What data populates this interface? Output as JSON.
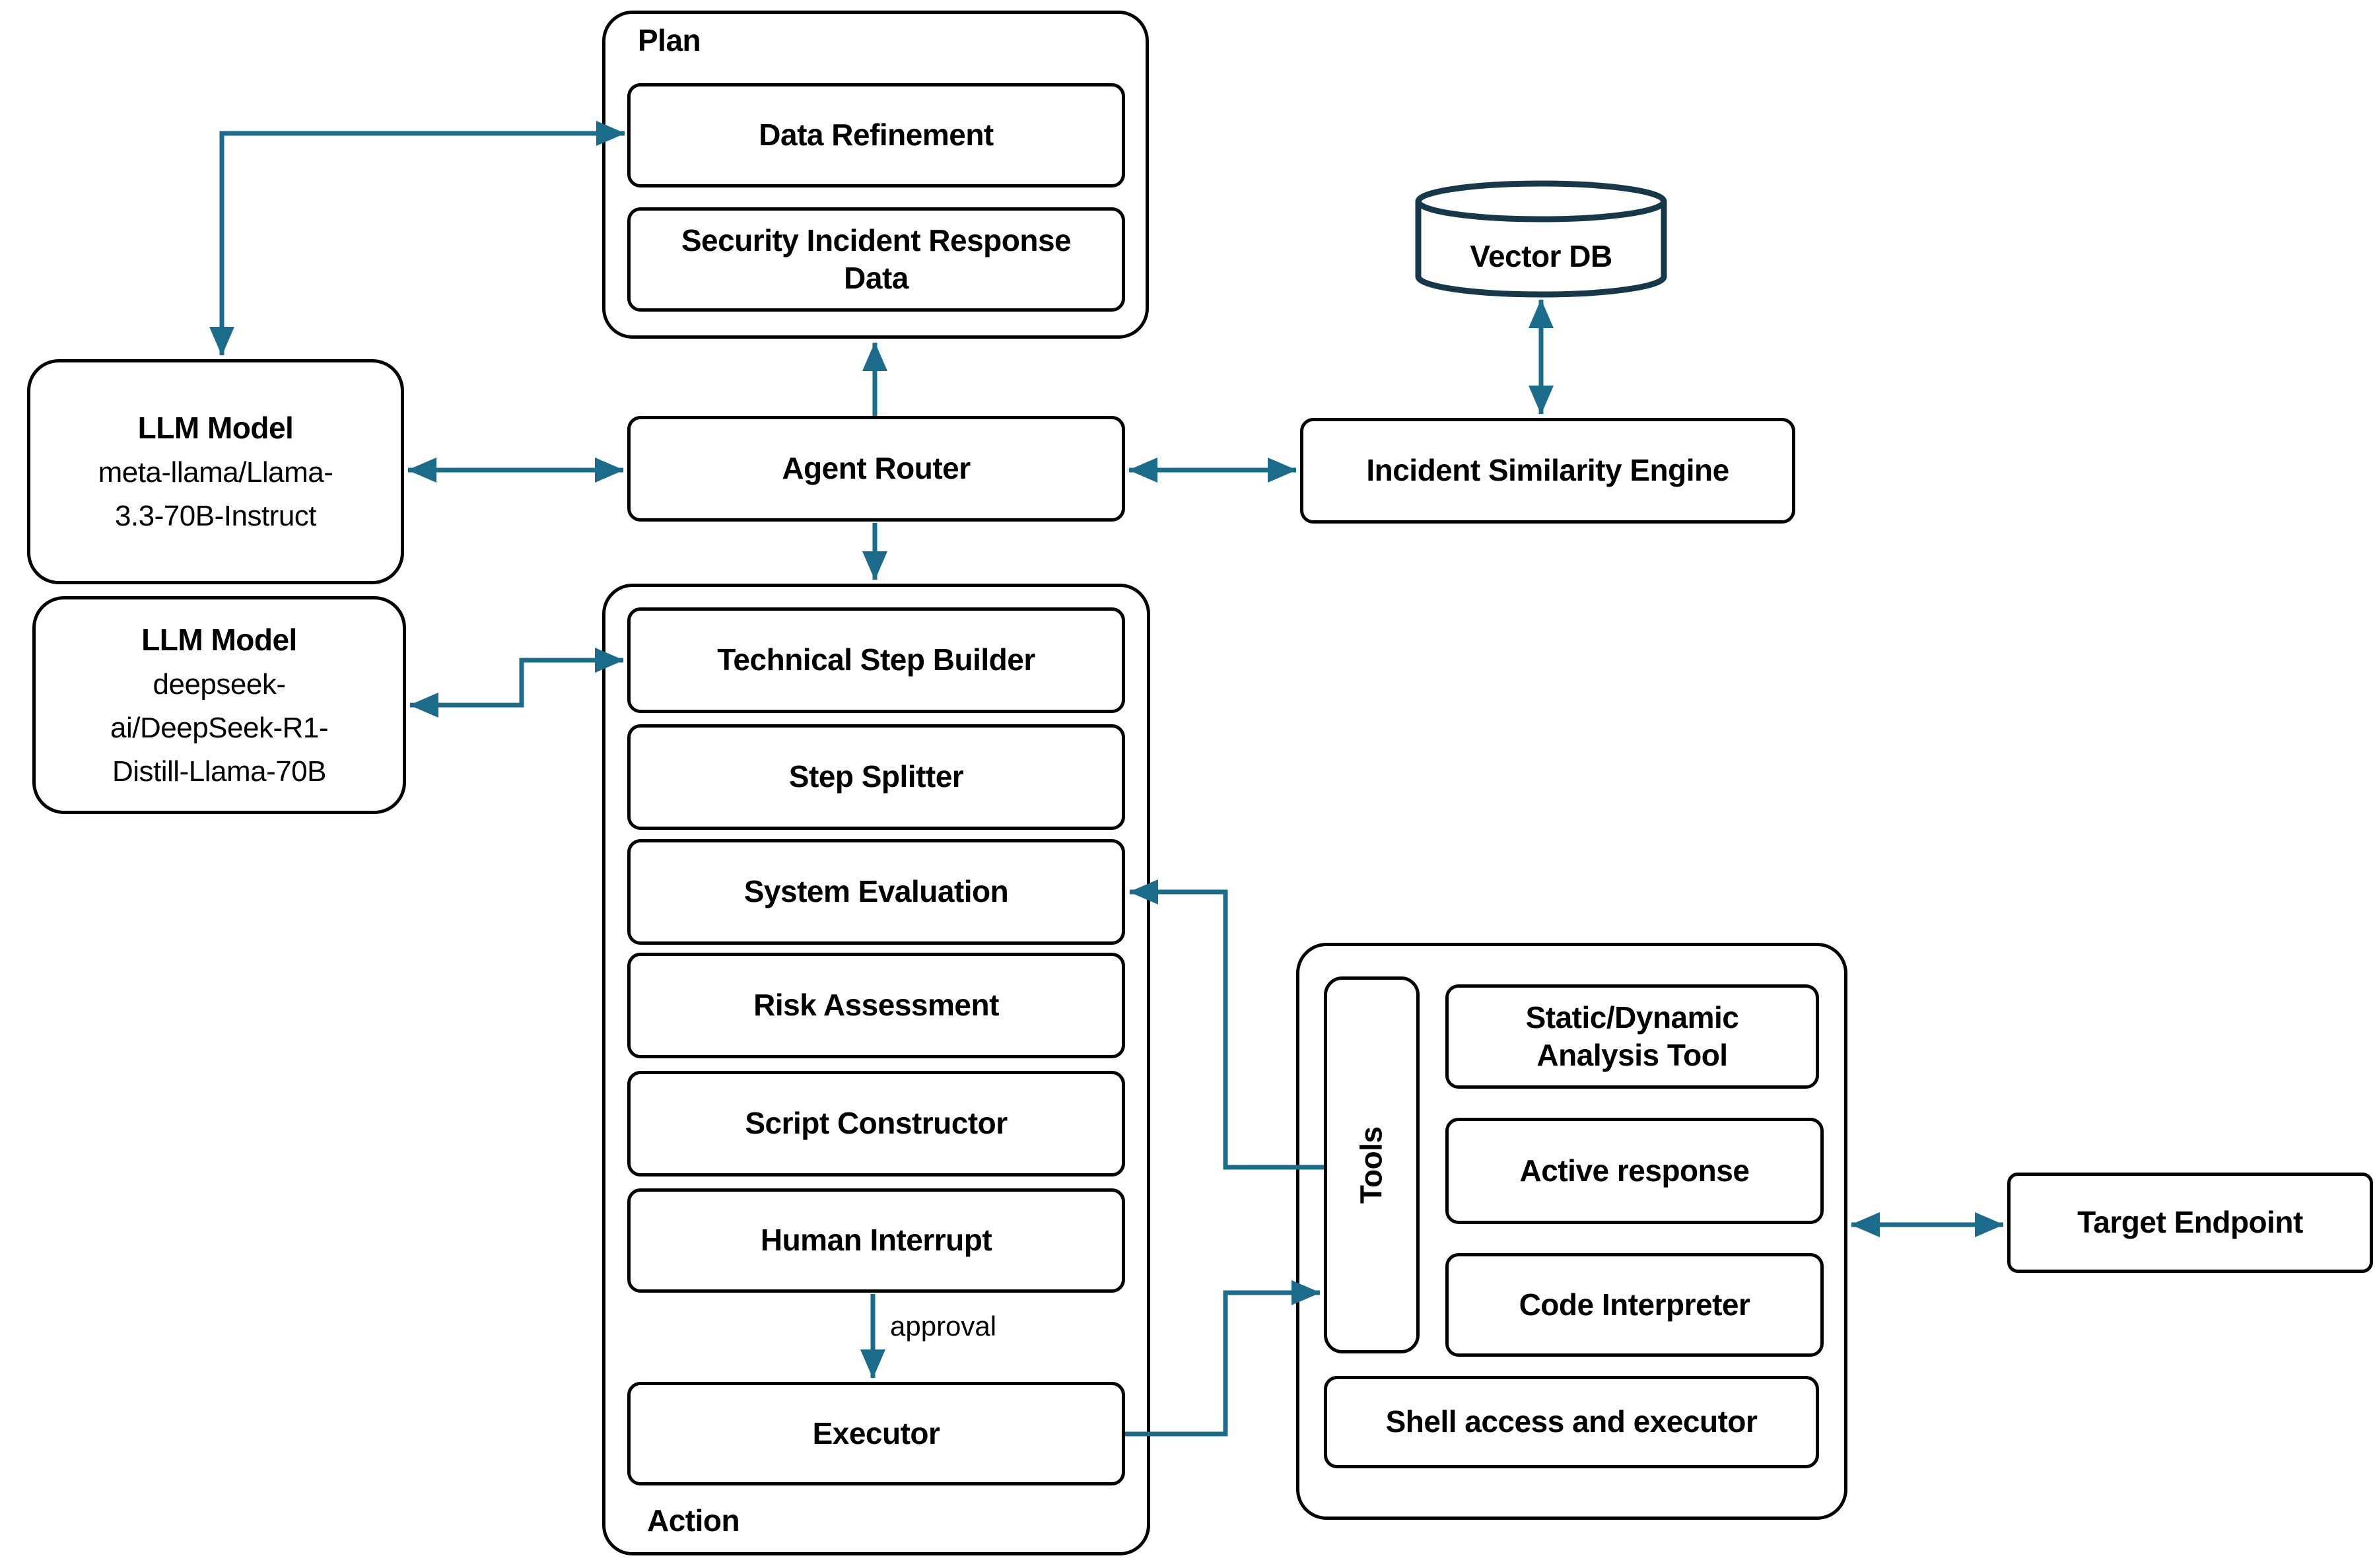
{
  "colors": {
    "arrow": "#1b6b8b",
    "cylinder_stroke": "#16384a",
    "node_border": "#000000",
    "text": "#000000",
    "background": "#ffffff"
  },
  "groups": {
    "plan": "Plan",
    "action": "Action",
    "tools": "Tools"
  },
  "nodes": {
    "data_refinement": "Data Refinement",
    "security_incident_response_data": "Security Incident Response Data",
    "vector_db": "Vector DB",
    "agent_router": "Agent Router",
    "incident_similarity_engine": "Incident Similarity Engine",
    "llm_meta": {
      "title": "LLM Model",
      "lines": [
        "meta-llama/Llama-",
        "3.3-70B-Instruct"
      ]
    },
    "llm_deepseek": {
      "title": "LLM Model",
      "lines": [
        "deepseek-",
        "ai/DeepSeek-R1-",
        "Distill-Llama-70B"
      ]
    },
    "technical_step_builder": "Technical Step Builder",
    "step_splitter": "Step Splitter",
    "system_evaluation": "System Evaluation",
    "risk_assessment": "Risk Assessment",
    "script_constructor": "Script Constructor",
    "human_interrupt": "Human Interrupt",
    "executor": "Executor",
    "static_dynamic_analysis_tool": "Static/Dynamic Analysis Tool",
    "active_response": "Active response",
    "code_interpreter": "Code Interpreter",
    "shell_access_and_executor": "Shell access and executor",
    "target_endpoint": "Target Endpoint"
  },
  "edge_labels": {
    "approval": "approval"
  },
  "edges": [
    {
      "from": "data_refinement",
      "to": "llm_meta",
      "heads": "both",
      "shape": "elbow"
    },
    {
      "from": "agent_router",
      "to": "plan",
      "heads": "end",
      "shape": "straight"
    },
    {
      "from": "llm_meta",
      "to": "agent_router",
      "heads": "both",
      "shape": "straight"
    },
    {
      "from": "agent_router",
      "to": "incident_similarity_engine",
      "heads": "both",
      "shape": "straight"
    },
    {
      "from": "vector_db",
      "to": "incident_similarity_engine",
      "heads": "both",
      "shape": "straight"
    },
    {
      "from": "agent_router",
      "to": "action",
      "heads": "end",
      "shape": "straight"
    },
    {
      "from": "llm_deepseek",
      "to": "technical_step_builder",
      "heads": "both",
      "shape": "elbow"
    },
    {
      "from": "tools",
      "to": "system_evaluation",
      "heads": "end",
      "shape": "elbow"
    },
    {
      "from": "executor",
      "to": "tools",
      "heads": "end",
      "shape": "elbow"
    },
    {
      "from": "human_interrupt",
      "to": "executor",
      "heads": "end",
      "shape": "straight",
      "label": "approval"
    },
    {
      "from": "tools",
      "to": "target_endpoint",
      "heads": "both",
      "shape": "straight"
    }
  ]
}
